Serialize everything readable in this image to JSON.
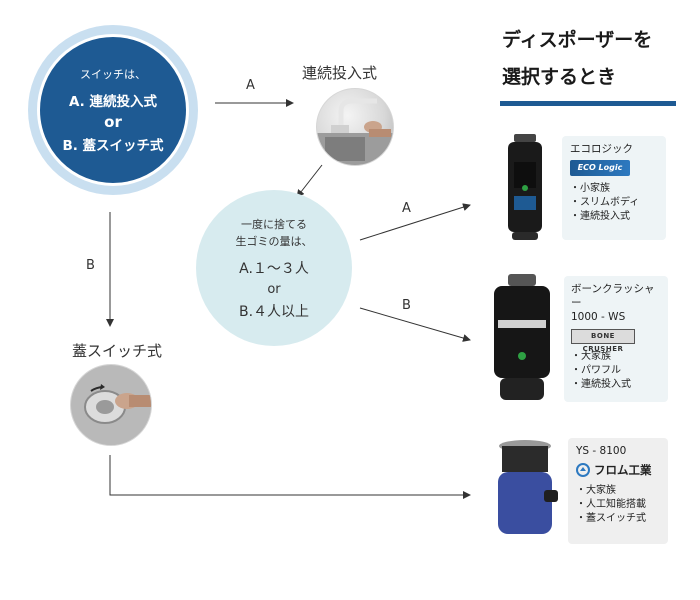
{
  "heading": {
    "line1": "ディスポーザーを",
    "line2": "選択するとき"
  },
  "main_question": {
    "line1": "スイッチは、",
    "option_a": "A. 連続投入式",
    "or": "or",
    "option_b": "B. 蓋スイッチ式"
  },
  "branch_labels": {
    "top_a": "A",
    "left_b": "B",
    "right_a": "A",
    "right_b": "B"
  },
  "continuous": {
    "title": "連続投入式"
  },
  "lid_switch": {
    "title": "蓋スイッチ式"
  },
  "decision": {
    "line1": "一度に捨てる",
    "line2": "生ゴミの量は、",
    "option_a": "A.１～３人",
    "or": "or",
    "option_b": "B.４人以上"
  },
  "products": [
    {
      "name": "エコロジック",
      "logo_text": "ECO Logic",
      "features": [
        "小家族",
        "スリムボディ",
        "連続投入式"
      ]
    },
    {
      "name_line1": "ボーンクラッシャー",
      "name_line2": "1000 - WS",
      "logo_text": "BONE CRUSHER",
      "features": [
        "大家族",
        "パワフル",
        "連続投入式"
      ]
    },
    {
      "name": "YS - 8100",
      "logo_text": "フロム工業",
      "features": [
        "大家族",
        "人工知能搭載",
        "蓋スイッチ式"
      ]
    }
  ],
  "colors": {
    "primary": "#1e5a93",
    "light_blue": "#c9dff0",
    "decision_bg": "#d7ebef",
    "card_bg": "#eef4f6"
  }
}
